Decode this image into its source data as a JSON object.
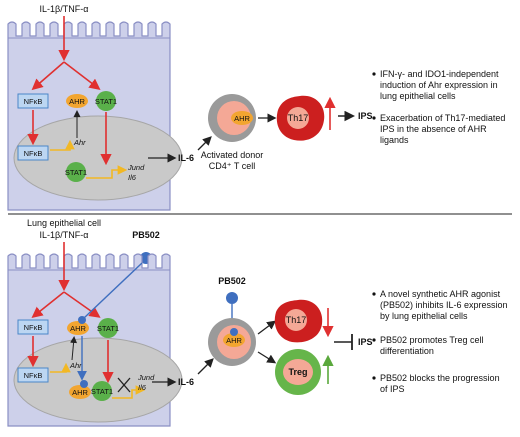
{
  "panel_top": {
    "stimulus": "IL-1β/TNF-α",
    "nodes": {
      "nfkb_cyto": "NFκB",
      "ahr": "AHR",
      "stat1": "STAT1",
      "nfkb_nuc": "NFκB",
      "ahr_gene": "Ahr",
      "stat1_nuc": "STAT1",
      "jund": "Jund",
      "il6_gene": "Il6"
    },
    "il6_out": "IL-6",
    "tcell_ahr": "AHR",
    "tcell_caption_1": "Activated donor",
    "tcell_caption_2": "CD4⁺ T cell",
    "th17": "Th17",
    "ips": "IPS",
    "cell_label": "Lung epithelial cell",
    "bullets": [
      [
        "IFN-γ- and IDO1-independent",
        "induction of Ahr expression in",
        "lung epithelial cells"
      ],
      [
        "Exacerbation of Th17-mediated",
        "IPS in the absence of AHR",
        "ligands"
      ]
    ]
  },
  "panel_bottom": {
    "stimulus": "IL-1β/TNF-α",
    "drug": "PB502",
    "nodes": {
      "nfkb_cyto": "NFκB",
      "ahr": "AHR",
      "stat1": "STAT1",
      "nfkb_nuc": "NFκB",
      "ahr_gene": "Ahr",
      "ahr_nuc": "AHR",
      "stat1_nuc": "STAT1",
      "jund": "Jund",
      "il6_gene": "Il6"
    },
    "il6_out": "IL-6",
    "tcell_drug": "PB502",
    "tcell_ahr": "AHR",
    "th17": "Th17",
    "treg": "Treg",
    "ips": "IPS",
    "bullets": [
      [
        "A novel synthetic AHR agonist",
        "(PB502) inhibits IL-6 expression",
        "by lung epithelial cells"
      ],
      [
        "PB502 promotes Treg cell",
        "differentiation"
      ],
      [
        "PB502 blocks the progression",
        "of IPS"
      ]
    ]
  },
  "colors": {
    "cell_fill": "#cdd0ea",
    "cell_stroke": "#8a8fc4",
    "nucleus": "#c9c9c9",
    "nfkb_fill": "#bcd6f2",
    "nfkb_stroke": "#4a86c8",
    "ahr": "#f2a530",
    "stat1": "#5ab04a",
    "red_arrow": "#e03030",
    "drug_blue": "#3f6fbf",
    "th17": "#cc1f1f",
    "treg": "#66b54a",
    "tcell_outer": "#9a9a9a",
    "tcell_inner": "#f4a896",
    "gene_yellow": "#f2b824"
  }
}
